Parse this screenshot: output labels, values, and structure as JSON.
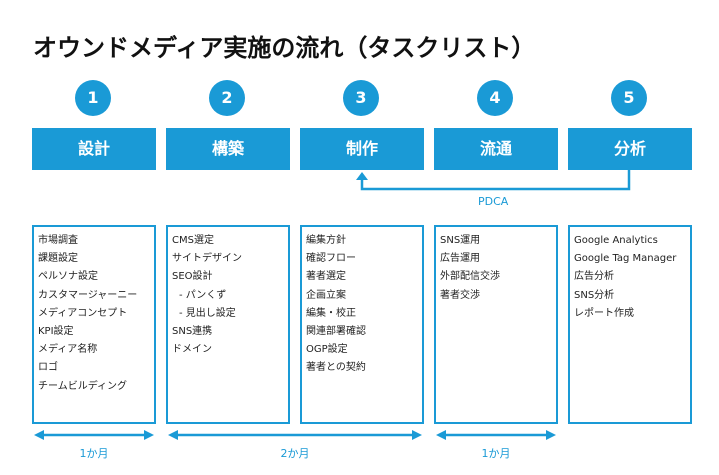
{
  "title": "オウンドメディア実施の流れ（タスクリスト）",
  "colors": {
    "accent": "#1a9ad6",
    "title_text": "#111111",
    "body_text": "#222222"
  },
  "steps": [
    {
      "number": "1",
      "phase": "設計"
    },
    {
      "number": "2",
      "phase": "構築"
    },
    {
      "number": "3",
      "phase": "制作"
    },
    {
      "number": "4",
      "phase": "流通"
    },
    {
      "number": "5",
      "phase": "分析"
    }
  ],
  "feedback_loop": {
    "label": "PDCA",
    "from_phase": "分析",
    "to_phase": "制作"
  },
  "task_lists": [
    {
      "items": [
        "市場調査",
        "課題設定",
        "ペルソナ設定",
        "カスタマージャーニー",
        "メディアコンセプト",
        "KPI設定",
        "メディア名称",
        "ロゴ",
        "チームビルディング"
      ]
    },
    {
      "items": [
        "CMS選定",
        "サイトデザイン",
        "SEO設計",
        "- パンくず",
        "- 見出し設定",
        "SNS連携",
        "ドメイン"
      ]
    },
    {
      "items": [
        "編集方針",
        "確認フロー",
        "著者選定",
        "企画立案",
        "編集・校正",
        "関連部署確認",
        "OGP設定",
        "著者との契約"
      ]
    },
    {
      "items": [
        "SNS運用",
        "広告運用",
        "外部配信交渉",
        "著者交渉"
      ]
    },
    {
      "items": [
        "Google Analytics",
        "Google Tag Manager",
        "広告分析",
        "SNS分析",
        "レポート作成"
      ]
    }
  ],
  "durations": [
    {
      "label": "1か月",
      "spans_phases": [
        "設計"
      ]
    },
    {
      "label": "2か月",
      "spans_phases": [
        "構築",
        "制作"
      ]
    },
    {
      "label": "1か月",
      "spans_phases": [
        "流通"
      ]
    }
  ]
}
